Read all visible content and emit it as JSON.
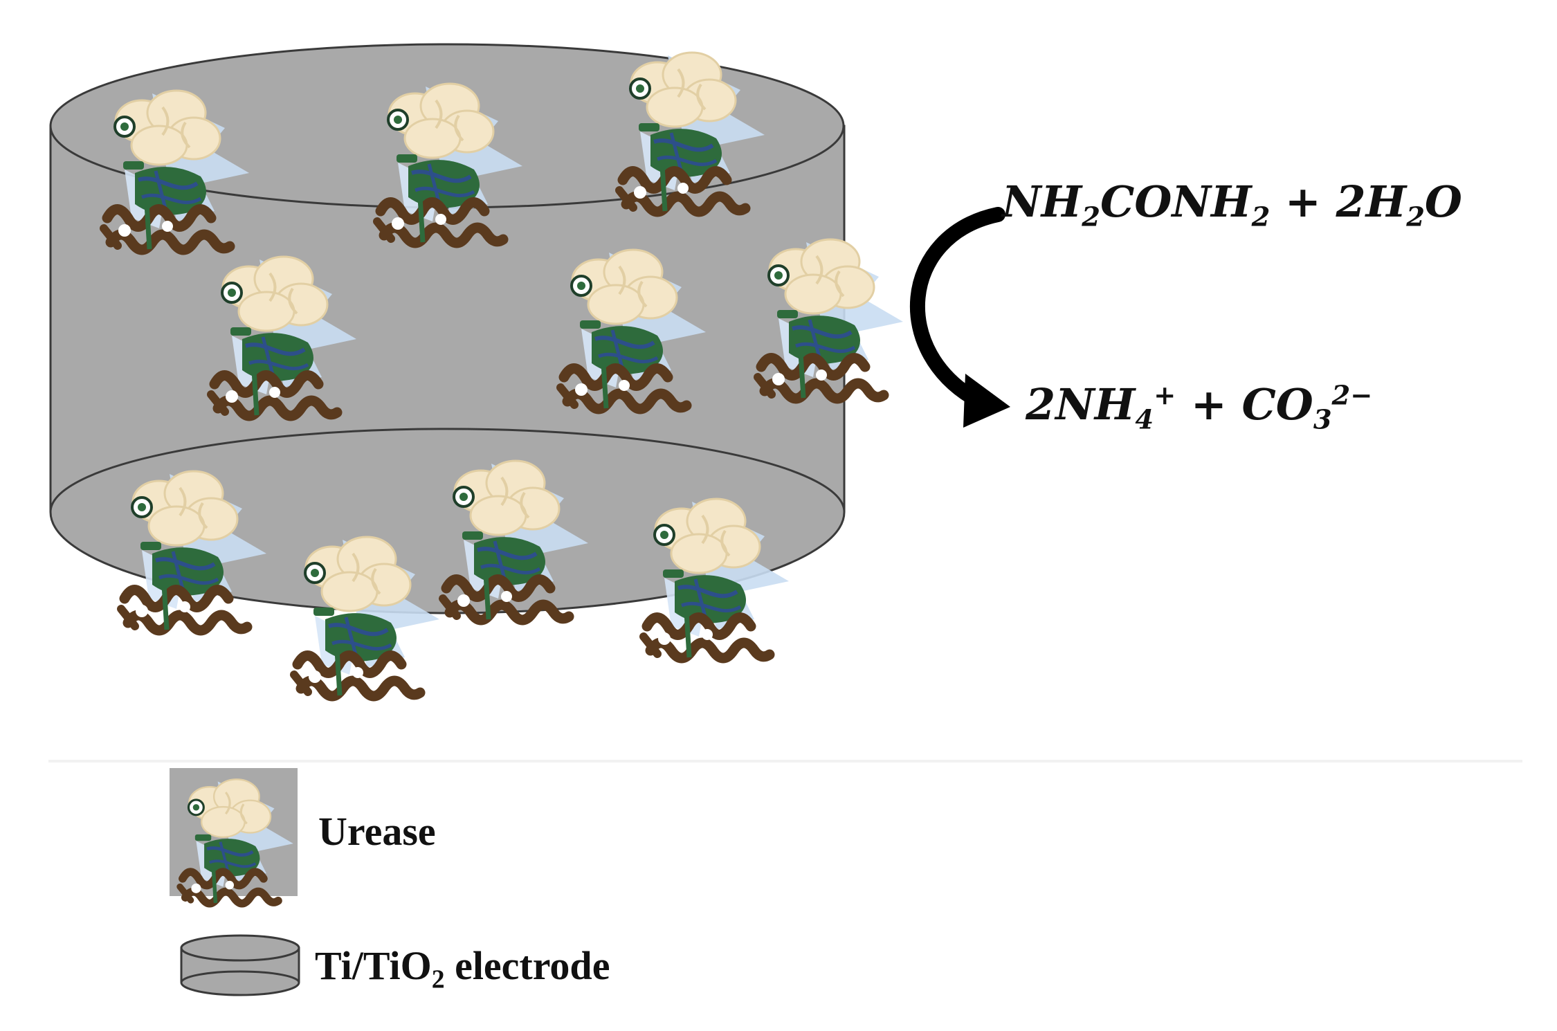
{
  "reaction": {
    "reactant": {
      "a": "NH",
      "a_sub": "2",
      "b": "CONH",
      "b_sub": "2",
      "plus": " + ",
      "c": "2H",
      "c_sub": "2",
      "d": "O"
    },
    "product": {
      "a": "2NH",
      "a_sub": "4",
      "a_sup": "+",
      "plus": " + ",
      "b": "CO",
      "b_sub": "3",
      "b_sup": "2−"
    }
  },
  "legend": {
    "urease_label": "Urease",
    "electrode_label_pre": "Ti/TiO",
    "electrode_label_sub": "2",
    "electrode_label_post": " electrode"
  },
  "colors": {
    "electrode": "#a9a9a9",
    "electrode_outline": "#3a3a3a",
    "protein_cream": "#f4e6c8",
    "protein_blue": "#c9ddf2",
    "protein_green": "#2e6b3c",
    "protein_navy": "#2d4f8a",
    "protein_brown": "#5a3a1e"
  }
}
